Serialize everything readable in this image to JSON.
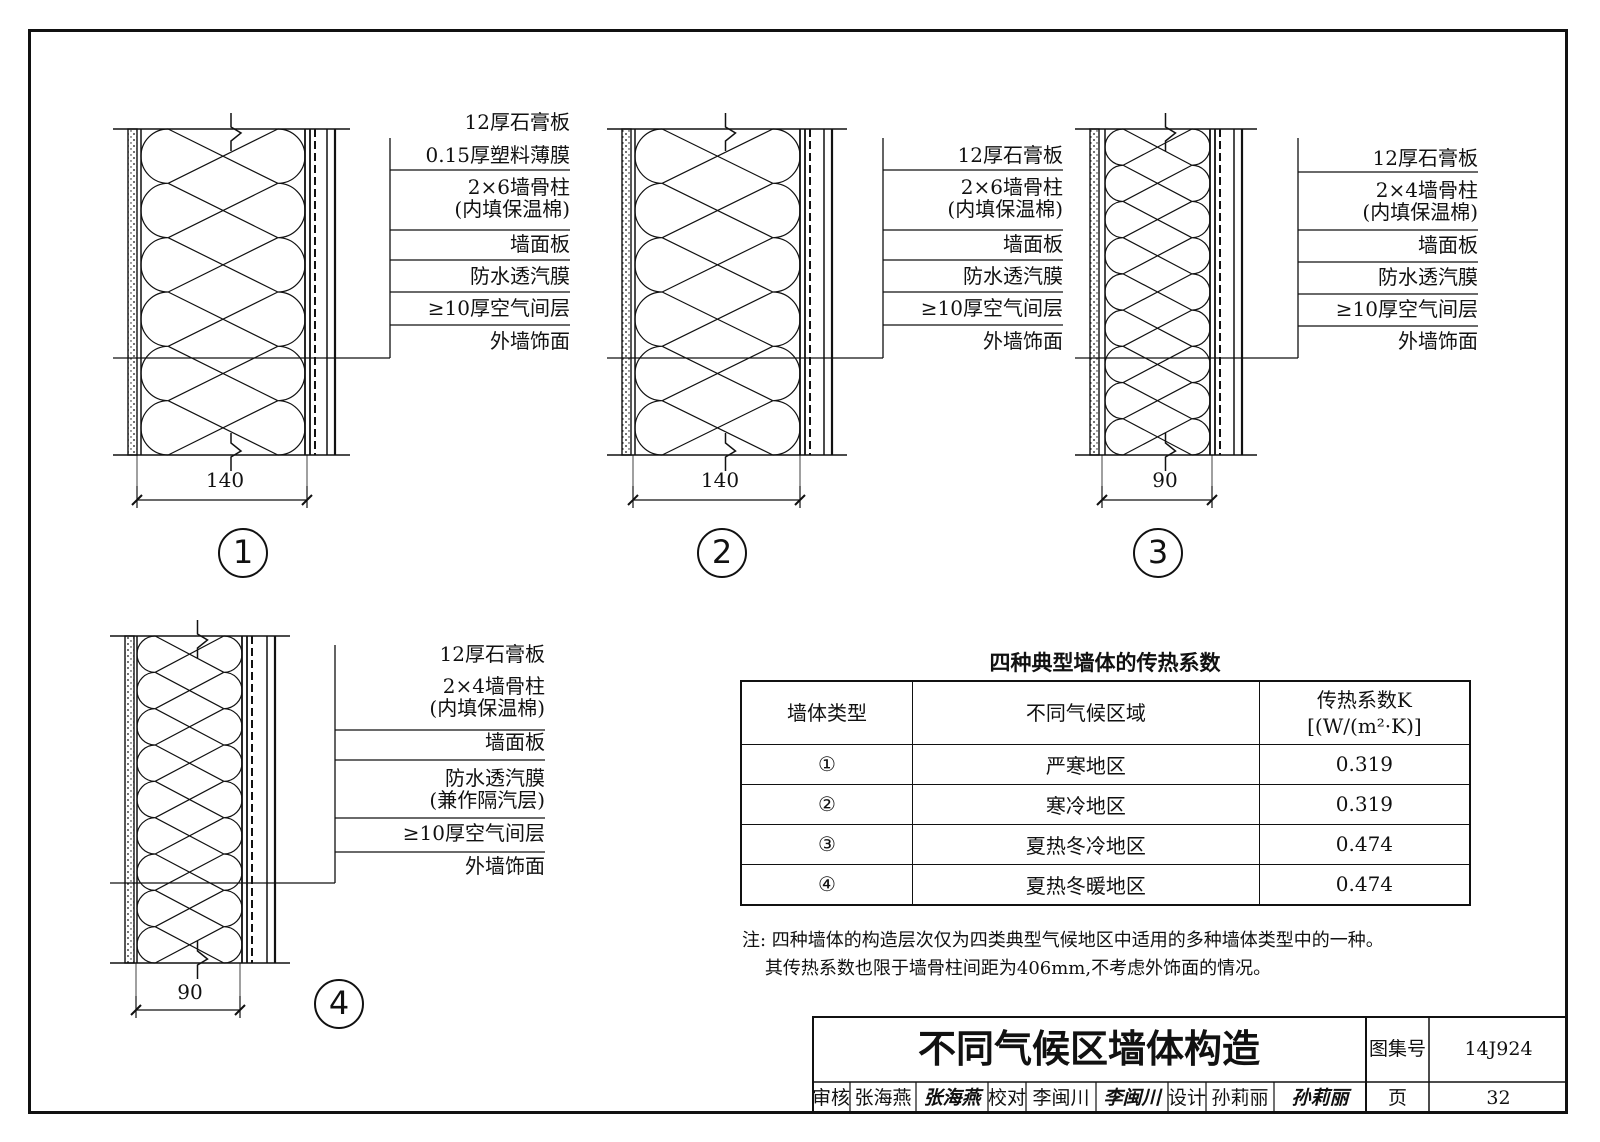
{
  "sections": [
    {
      "id": 1,
      "number": "1",
      "dimension": "140",
      "layers": [
        "12厚石膏板",
        "0.15厚塑料薄膜",
        "2×6墙骨柱\n(内填保温棉)",
        "墙面板",
        "防水透汽膜",
        "≥10厚空气间层",
        "外墙饰面"
      ]
    },
    {
      "id": 2,
      "number": "2",
      "dimension": "140",
      "layers": [
        "12厚石膏板",
        "2×6墙骨柱\n(内填保温棉)",
        "墙面板",
        "防水透汽膜",
        "≥10厚空气间层",
        "外墙饰面"
      ]
    },
    {
      "id": 3,
      "number": "3",
      "dimension": "90",
      "layers": [
        "12厚石膏板",
        "2×4墙骨柱\n(内填保温棉)",
        "墙面板",
        "防水透汽膜",
        "≥10厚空气间层",
        "外墙饰面"
      ]
    },
    {
      "id": 4,
      "number": "4",
      "dimension": "90",
      "layers": [
        "12厚石膏板",
        "2×4墙骨柱\n(内填保温棉)",
        "墙面板",
        "防水透汽膜\n(兼作隔汽层)",
        "≥10厚空气间层",
        "外墙饰面"
      ]
    }
  ],
  "table": {
    "title": "四种典型墙体的传热系数",
    "headers": [
      "墙体类型",
      "不同气候区域",
      "传热系数K",
      "[(W/(m²·K)]"
    ],
    "rows": [
      {
        "type": "①",
        "region": "严寒地区",
        "k": "0.319"
      },
      {
        "type": "②",
        "region": "寒冷地区",
        "k": "0.319"
      },
      {
        "type": "③",
        "region": "夏热冬冷地区",
        "k": "0.474"
      },
      {
        "type": "④",
        "region": "夏热冬暖地区",
        "k": "0.474"
      }
    ]
  },
  "note": {
    "line1": "注: 四种墙体的构造层次仅为四类典型气候地区中适用的多种墙体类型中的一种。",
    "line2": "    其传热系数也限于墙骨柱间距为406mm,不考虑外饰面的情况。"
  },
  "title_block": {
    "title": "不同气候区墙体构造",
    "atlas_label": "图集号",
    "atlas_no": "14J924",
    "page_label": "页",
    "page_no": "32",
    "review_label": "审核",
    "reviewer": "张海燕",
    "reviewer_signature": "张海燕",
    "check_label": "校对",
    "checker": "李闽川",
    "checker_signature": "李闽川",
    "design_label": "设计",
    "designer": "孙莉丽",
    "designer_signature": "孙莉丽"
  }
}
